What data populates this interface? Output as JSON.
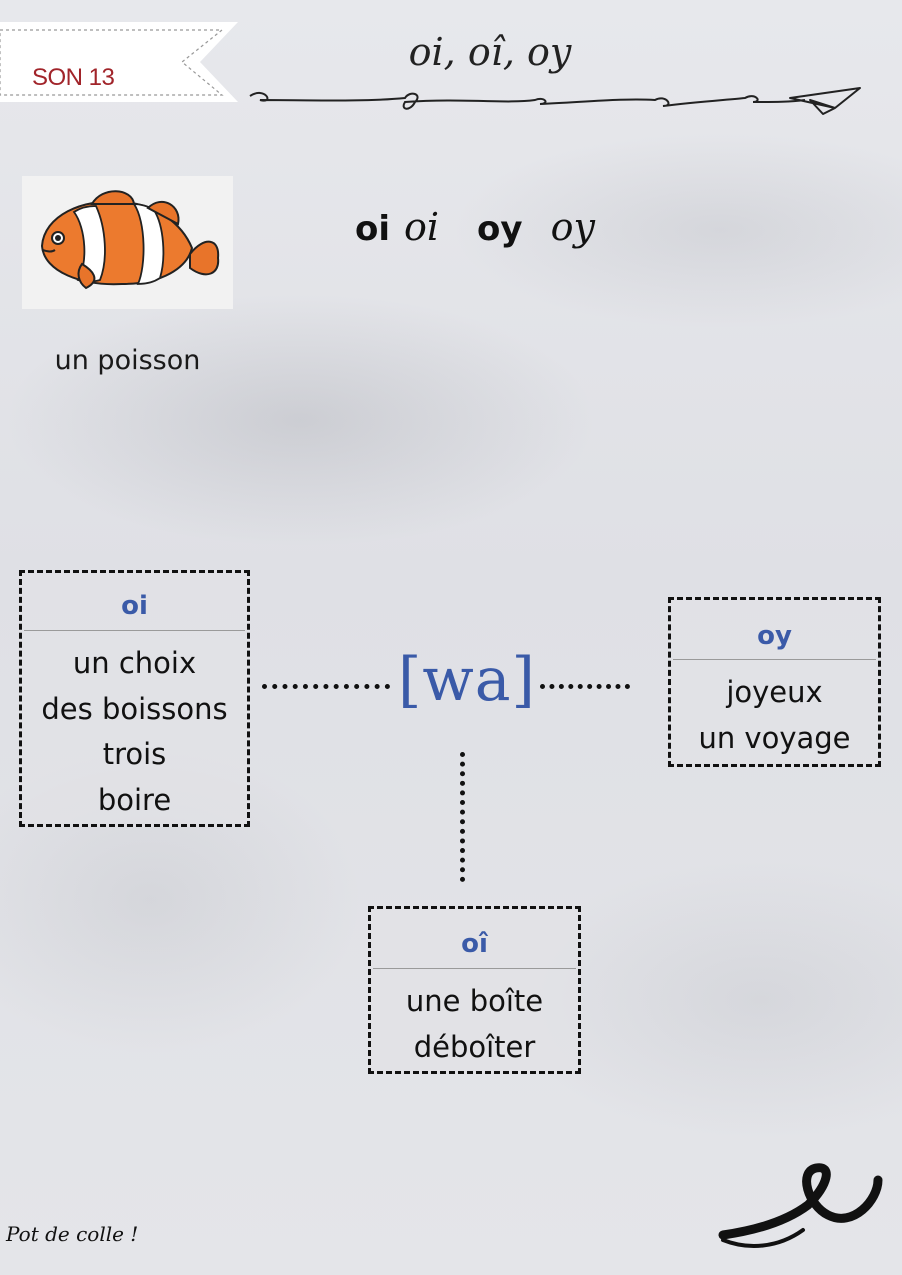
{
  "header": {
    "son_label": "SON 13",
    "title": "oi, oî, oy"
  },
  "illustration": {
    "icon": "clownfish-illustration",
    "caption": "un poisson"
  },
  "graphemes": [
    {
      "text": "oi",
      "style": "print"
    },
    {
      "text": "oi",
      "style": "cursive"
    },
    {
      "text": "oy",
      "style": "print"
    },
    {
      "text": "oy",
      "style": "cursive"
    }
  ],
  "phoneme": "[wa]",
  "boxes": {
    "oi": {
      "heading": "oi",
      "words": [
        "un choix",
        "des boissons",
        "trois",
        "boire"
      ]
    },
    "oy": {
      "heading": "oy",
      "words": [
        "joyeux",
        "un voyage"
      ]
    },
    "oi_circumflex": {
      "heading": "oî",
      "words": [
        "une boîte",
        "déboîter"
      ]
    }
  },
  "footer": "Pot de colle !",
  "colors": {
    "accent_blue": "#3a5aa8",
    "son_red": "#a1242a",
    "ink": "#111111"
  }
}
